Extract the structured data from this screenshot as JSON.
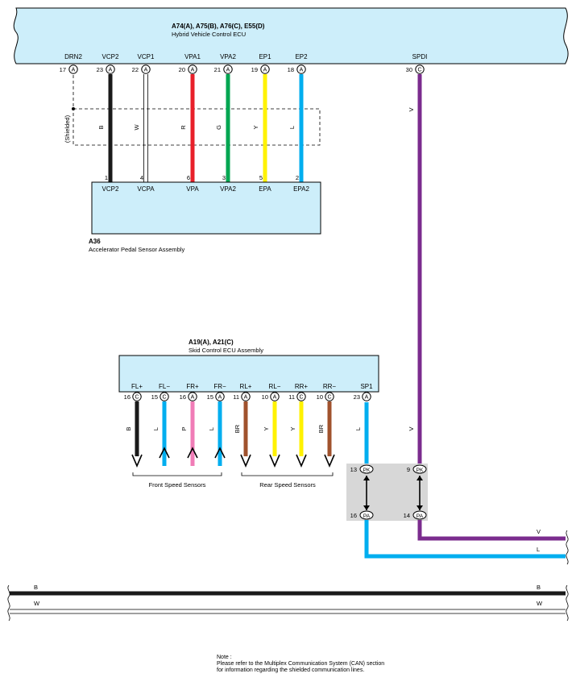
{
  "hv_ecu": {
    "code": "A74(A), A75(B), A76(C), E55(D)",
    "name": "Hybrid Vehicle Control ECU",
    "pins": [
      {
        "name": "DRN2",
        "num": "17",
        "conn": "A"
      },
      {
        "name": "VCP2",
        "num": "23",
        "conn": "A"
      },
      {
        "name": "VCP1",
        "num": "22",
        "conn": "A"
      },
      {
        "name": "VPA1",
        "num": "20",
        "conn": "A"
      },
      {
        "name": "VPA2",
        "num": "21",
        "conn": "A"
      },
      {
        "name": "EP1",
        "num": "19",
        "conn": "A"
      },
      {
        "name": "EP2",
        "num": "18",
        "conn": "A"
      },
      {
        "name": "SPDI",
        "num": "30",
        "conn": "C"
      }
    ]
  },
  "shielded_label": "(Shielded)",
  "pedal_wires": [
    {
      "color_code": "B",
      "hex": "#1a1a1a"
    },
    {
      "color_code": "W",
      "hex": "#ffffff"
    },
    {
      "color_code": "R",
      "hex": "#e8202a"
    },
    {
      "color_code": "G",
      "hex": "#00a651"
    },
    {
      "color_code": "Y",
      "hex": "#fff200"
    },
    {
      "color_code": "L",
      "hex": "#00aeef"
    }
  ],
  "pedal_sensor": {
    "code": "A36",
    "name": "Accelerator Pedal Sensor Assembly",
    "pins": [
      {
        "name": "VCP2",
        "num": "1"
      },
      {
        "name": "VCPA",
        "num": "4"
      },
      {
        "name": "VPA",
        "num": "6"
      },
      {
        "name": "VPA2",
        "num": "3"
      },
      {
        "name": "EPA",
        "num": "5"
      },
      {
        "name": "EPA2",
        "num": "2"
      }
    ]
  },
  "spdi_wire": {
    "color_code": "V",
    "hex": "#7b2c8e"
  },
  "skid_ecu": {
    "code": "A19(A), A21(C)",
    "name": "Skid Control ECU Assembly",
    "pins": [
      {
        "name": "FL+",
        "num": "16",
        "conn": "C",
        "wire": "B",
        "hex": "#1a1a1a",
        "dir": "down"
      },
      {
        "name": "FL−",
        "num": "15",
        "conn": "C",
        "wire": "L",
        "hex": "#00aeef",
        "dir": "up"
      },
      {
        "name": "FR+",
        "num": "16",
        "conn": "A",
        "wire": "P",
        "hex": "#f07cb7",
        "dir": "up"
      },
      {
        "name": "FR−",
        "num": "15",
        "conn": "A",
        "wire": "L",
        "hex": "#00aeef",
        "dir": "up"
      },
      {
        "name": "RL+",
        "num": "11",
        "conn": "A",
        "wire": "BR",
        "hex": "#a0522d",
        "dir": "down"
      },
      {
        "name": "RL−",
        "num": "10",
        "conn": "A",
        "wire": "Y",
        "hex": "#fff200",
        "dir": "down"
      },
      {
        "name": "RR+",
        "num": "11",
        "conn": "C",
        "wire": "Y",
        "hex": "#fff200",
        "dir": "down"
      },
      {
        "name": "RR−",
        "num": "10",
        "conn": "C",
        "wire": "BR",
        "hex": "#a0522d",
        "dir": "down"
      },
      {
        "name": "SP1",
        "num": "23",
        "conn": "A",
        "wire": "L",
        "hex": "#00aeef",
        "dir": "none"
      }
    ]
  },
  "front_group_label": "Front Speed Sensors",
  "rear_group_label": "Rear Speed Sensors",
  "junction": {
    "top": [
      {
        "num": "13",
        "conn": "PK"
      },
      {
        "num": "9",
        "conn": "PK"
      }
    ],
    "bottom": [
      {
        "num": "16",
        "conn": "PA"
      },
      {
        "num": "14",
        "conn": "PA"
      }
    ]
  },
  "right_wires": [
    {
      "color_code": "V",
      "hex": "#7b2c8e"
    },
    {
      "color_code": "L",
      "hex": "#00aeef"
    }
  ],
  "bus_wires": [
    {
      "color_code": "B",
      "hex": "#1a1a1a"
    },
    {
      "color_code": "W",
      "hex": "#ffffff"
    }
  ],
  "note": {
    "line1": "Note :",
    "line2": "Please refer to the Multiplex Communication System (CAN) section",
    "line3": "for information regarding the shielded communication lines."
  },
  "colors": {
    "ecu_fill": "#cdeefa",
    "junction_fill": "#d7d7d7"
  }
}
